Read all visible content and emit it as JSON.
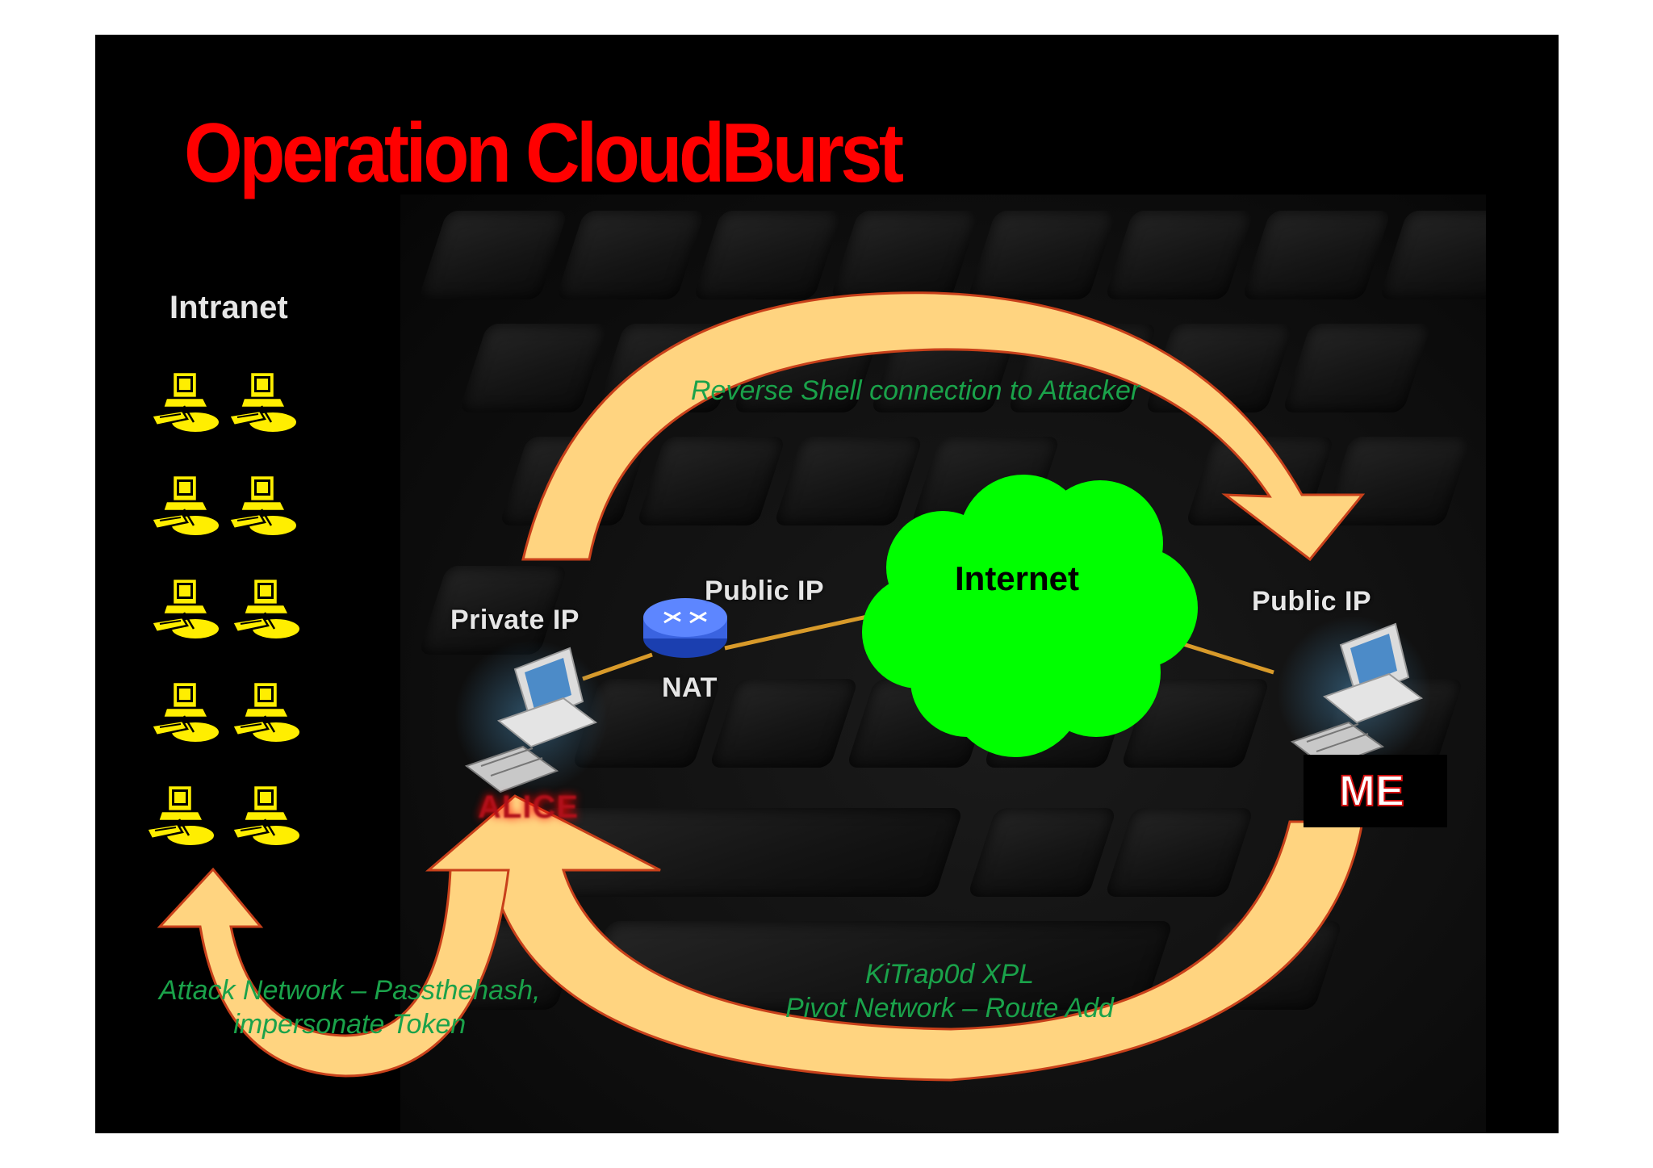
{
  "slide": {
    "title": "Operation CloudBurst",
    "title_color": "#ff0000",
    "background": "#000000"
  },
  "intranet": {
    "label": "Intranet",
    "icon": "networked-computer-icon",
    "icon_color": "#ffee00",
    "computer_count": 10
  },
  "nodes": {
    "alice": {
      "ip_label": "Private IP",
      "name": "ALICE",
      "icon": "desktop-computer-icon"
    },
    "nat": {
      "label": "NAT",
      "ip_label": "Public IP",
      "icon": "router-icon"
    },
    "internet": {
      "label": "Internet",
      "color": "#00ff00"
    },
    "attacker": {
      "ip_label": "Public IP",
      "name": "ME",
      "icon": "desktop-computer-icon"
    }
  },
  "annotations": {
    "reverse_shell": "Reverse Shell connection to Attacker",
    "kitrap_line1": "KiTrap0d XPL",
    "kitrap_line2": "Pivot Network – Route Add",
    "attack_line1": "Attack Network – Passthehash,",
    "attack_line2": "impersonate Token",
    "text_color": "#1aa24a"
  },
  "colors": {
    "arrow_fill": "#ffd480",
    "arrow_stroke": "#c8401a",
    "link_line": "#d89a2a"
  }
}
